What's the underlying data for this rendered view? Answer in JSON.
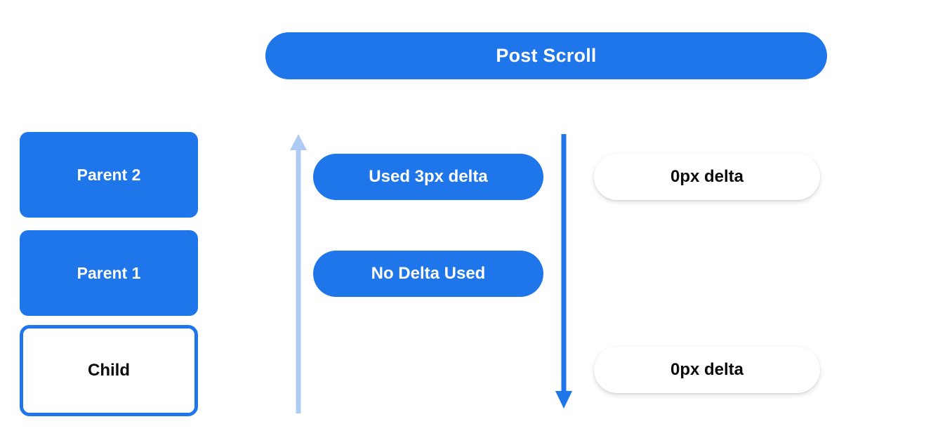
{
  "header": {
    "title": "Post Scroll"
  },
  "left_column": {
    "nodes": [
      {
        "label": "Parent 2",
        "style": "filled"
      },
      {
        "label": "Parent 1",
        "style": "filled"
      },
      {
        "label": "Child",
        "style": "outlined"
      }
    ]
  },
  "middle_column": {
    "arrow": {
      "name": "scroll-up-arrow",
      "direction": "up",
      "color": "#aecbf4"
    },
    "pills": [
      {
        "label": "Used 3px delta"
      },
      {
        "label": "No Delta Used"
      }
    ]
  },
  "right_column": {
    "arrow": {
      "name": "scroll-down-arrow",
      "direction": "down",
      "color": "#1f76ea"
    },
    "pills": [
      {
        "label": "0px delta"
      },
      {
        "label": "0px delta"
      }
    ]
  },
  "colors": {
    "brand_blue": "#1f76ea",
    "light_blue": "#aecbf4",
    "text_light": "#ffffff",
    "text_dark": "#0a0a0a",
    "background": "#ffffff"
  }
}
